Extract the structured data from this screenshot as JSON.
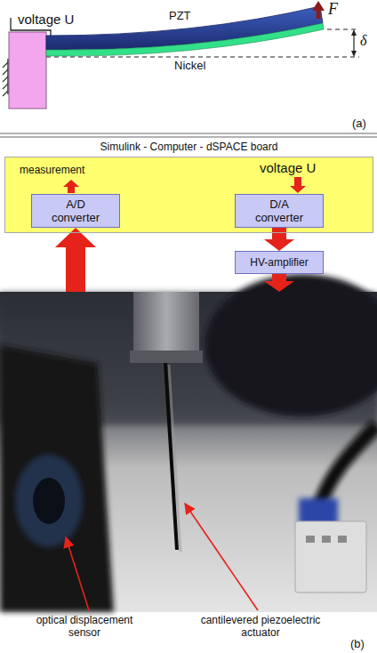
{
  "diagram": {
    "nodes": [
      {
        "text": [
          "Simulink - Computer - dSPACE board"
        ]
      },
      {
        "text": [
          "A/D converter"
        ],
        "in": 0
      },
      {
        "text": [
          "D/A converter"
        ],
        "in": 0
      },
      {
        "text": [
          "HV-amplifier"
        ]
      },
      {
        "text": [
          "optical displacement sensor",
          "cantilevered piezoelectric actuator",
          "(b)"
        ]
      }
    ],
    "edges": [
      {
        "from": 4,
        "to": 1,
        "arrow": "to"
      },
      {
        "from": 2,
        "to": 3,
        "arrow": "to"
      },
      {
        "from": 3,
        "to": 4,
        "arrow": "to"
      }
    ],
    "labels": [
      "voltage U",
      "PZT",
      "Nickel",
      "F",
      "δ",
      "(a)",
      "measurement",
      "voltage U"
    ]
  }
}
